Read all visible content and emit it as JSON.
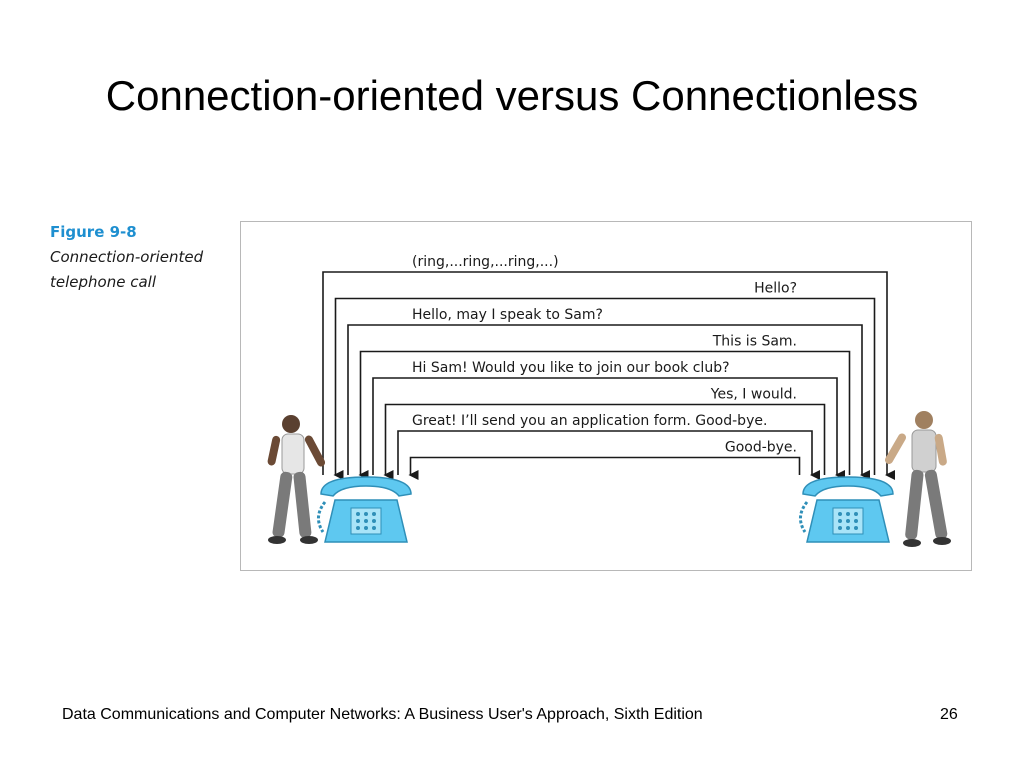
{
  "title": "Connection-oriented versus Connectionless",
  "figure": {
    "number": "Figure 9-8",
    "caption_line1": "Connection-oriented",
    "caption_line2": "telephone call"
  },
  "messages": [
    {
      "text": "(ring,...ring,...ring,...)",
      "direction": "left-to-right"
    },
    {
      "text": "Hello?",
      "direction": "right-to-left"
    },
    {
      "text": "Hello, may I speak to Sam?",
      "direction": "left-to-right"
    },
    {
      "text": "This is Sam.",
      "direction": "right-to-left"
    },
    {
      "text": "Hi Sam! Would you like to join our book club?",
      "direction": "left-to-right"
    },
    {
      "text": "Yes, I would.",
      "direction": "right-to-left"
    },
    {
      "text": "Great! I’ll send you an application form. Good-bye.",
      "direction": "left-to-right"
    },
    {
      "text": "Good-bye.",
      "direction": "right-to-left"
    }
  ],
  "icons": {
    "phone_color": "#5ec8f0",
    "person_shirt": "#e6e6e6",
    "person_pants": "#7a7a7a"
  },
  "footer": {
    "text": "Data Communications and Computer Networks: A Business User's Approach, Sixth Edition",
    "page": "26"
  }
}
